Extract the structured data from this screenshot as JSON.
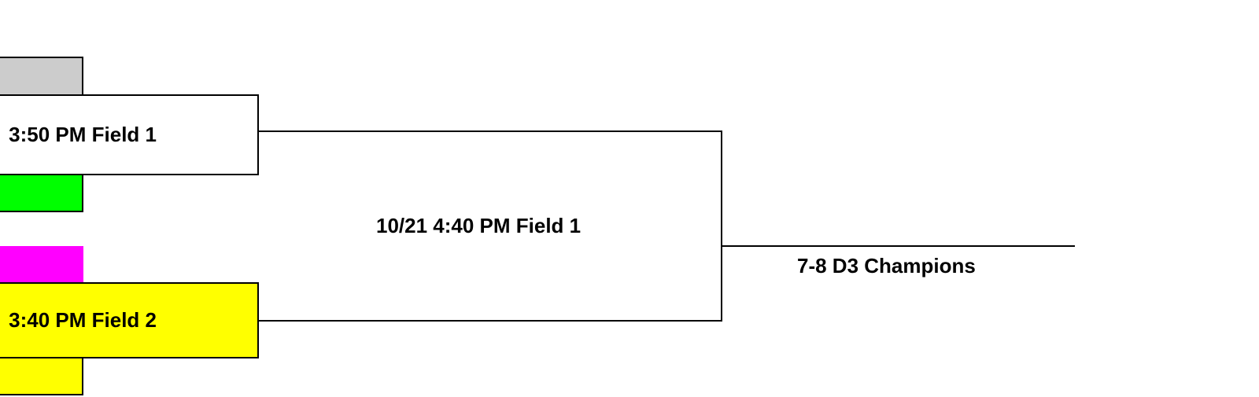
{
  "bracket": {
    "semifinal_top": {
      "label": "3:50 PM Field 1"
    },
    "semifinal_bottom": {
      "label": "3:40 PM Field 2"
    },
    "final": {
      "label": "10/21 4:40 PM Field 1"
    },
    "champion": {
      "label": "7-8 D3 Champions"
    }
  },
  "colors": {
    "team_top_1": "#cccccc",
    "team_top_2": "#00ff00",
    "team_bottom_1": "#ff00ff",
    "team_bottom_2": "#ffff00",
    "semifinal_top_bg": "#ffffff",
    "semifinal_bottom_bg": "#ffff00",
    "line": "#000000"
  }
}
